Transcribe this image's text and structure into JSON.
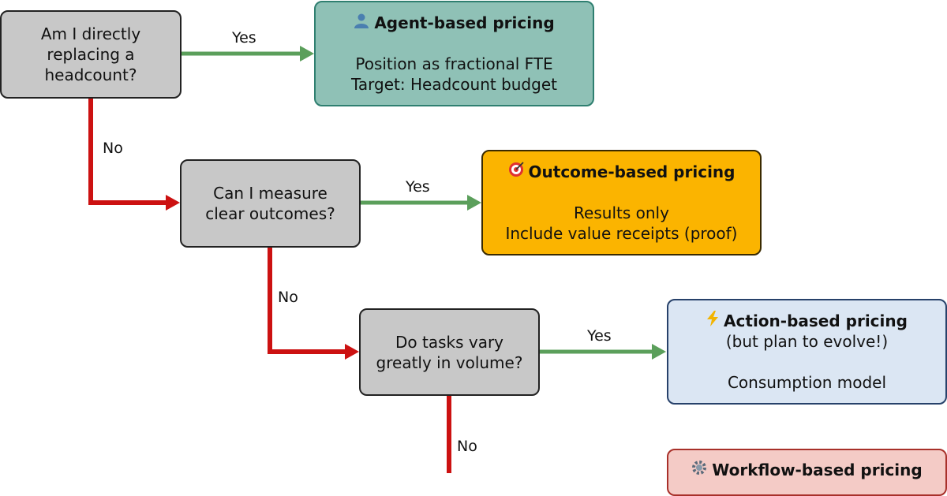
{
  "questions": {
    "q1": "Am I directly replacing a headcount?",
    "q2": "Can I measure clear outcomes?",
    "q3": "Do tasks vary greatly in volume?"
  },
  "edges": {
    "yes": "Yes",
    "no": "No"
  },
  "answers": {
    "agent": {
      "icon": "person-icon",
      "title": "Agent-based pricing",
      "line1": "Position as fractional FTE",
      "line2": "Target: Headcount budget"
    },
    "outcome": {
      "icon": "target-icon",
      "title": "Outcome-based pricing",
      "line1": "Results only",
      "line2": "Include value receipts (proof)"
    },
    "action": {
      "icon": "lightning-icon",
      "title": "Action-based pricing",
      "subtitle": "(but plan to evolve!)",
      "line1": "Consumption model"
    },
    "workflow": {
      "icon": "gear-icon",
      "title": "Workflow-based pricing"
    }
  },
  "colors": {
    "yes_arrow": "#5b9f5b",
    "no_arrow": "#cc1111",
    "question_fill": "#c8c8c8",
    "agent_fill": "#8fc1b6",
    "outcome_fill": "#fbb400",
    "action_fill": "#dbe6f3",
    "workflow_fill": "#f4cbc6"
  }
}
